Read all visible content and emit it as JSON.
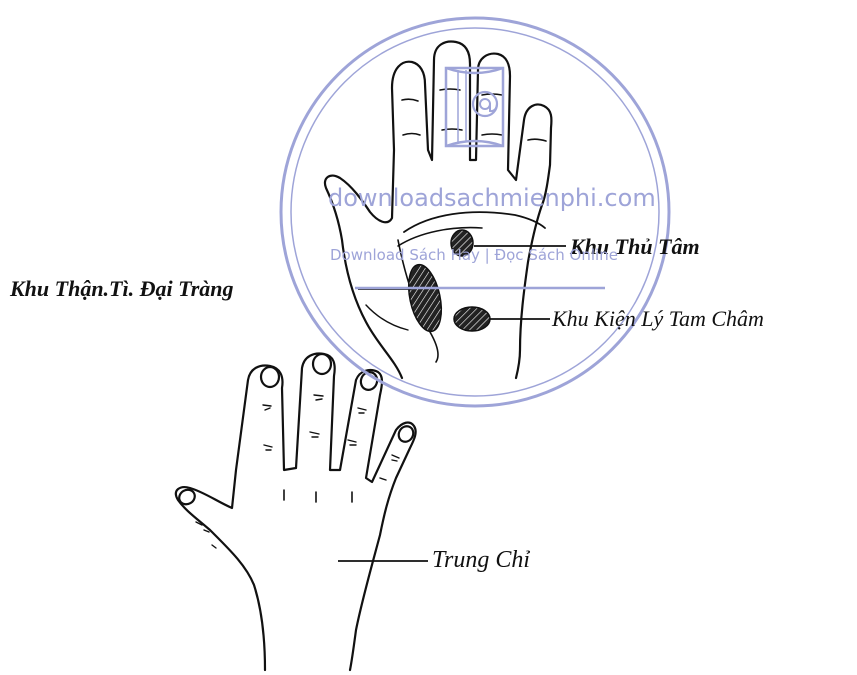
{
  "labels": {
    "thu_tam": "Khu Thủ Tâm",
    "than_ti": "Khu Thận.Tì. Đại Tràng",
    "kien_ly": "Khu Kiện Lý Tam Châm",
    "trung_chi": "Trung Chỉ"
  },
  "watermark": {
    "site": "downloadsachmienphi.com",
    "tagline": "Download Sách Hay | Đọc Sách Online",
    "color": "#9ea4d8",
    "icon": "book-at-icon"
  },
  "colors": {
    "ink": "#111111",
    "paper": "#ffffff"
  }
}
